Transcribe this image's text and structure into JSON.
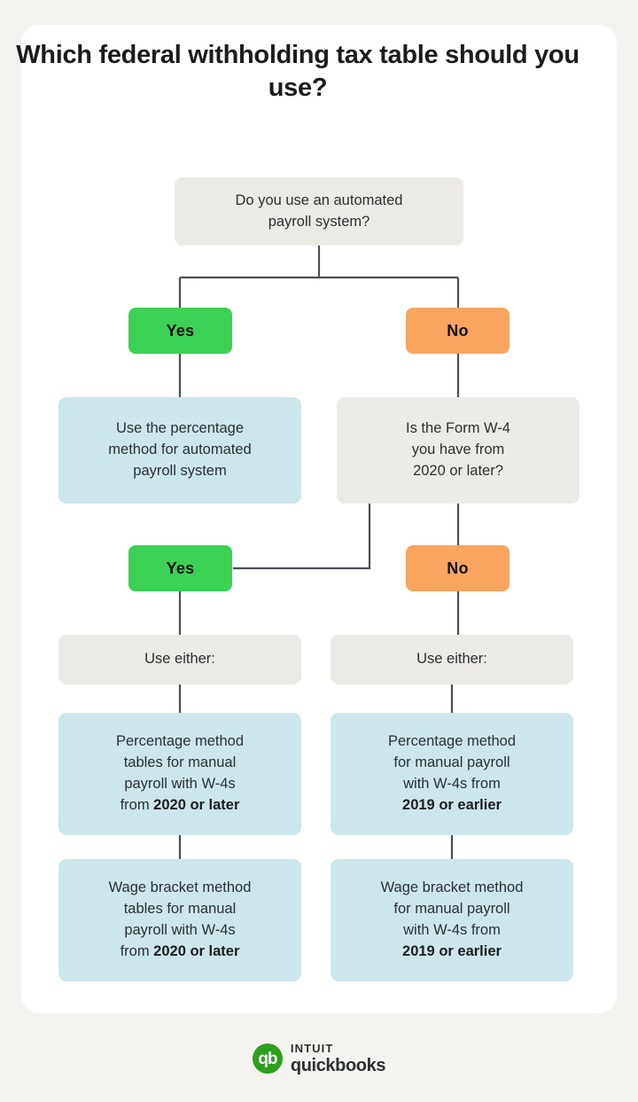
{
  "page": {
    "background": "#f4f3ef",
    "card_background": "#ffffff"
  },
  "title": "Which federal withholding tax table should you use?",
  "colors": {
    "question_box": "#eceae5",
    "result_box": "#cde6ec",
    "yes_pill": "#3bd155",
    "no_pill": "#f9a560",
    "connector_line": "#4a5057",
    "brand_green": "#2ca01c",
    "text": "#2b3033"
  },
  "chart_data": {
    "type": "diagram",
    "title": "Which federal withholding tax table should you use?",
    "nodes": [
      {
        "id": "q1",
        "kind": "question",
        "text": "Do you use an automated payroll system?"
      },
      {
        "id": "yes1",
        "kind": "label",
        "text": "Yes"
      },
      {
        "id": "no1",
        "kind": "label",
        "text": "No"
      },
      {
        "id": "r1",
        "kind": "result",
        "text": "Use the percentage method for automated payroll system"
      },
      {
        "id": "q2",
        "kind": "question",
        "text": "Is the Form W-4 you have from 2020 or later?"
      },
      {
        "id": "yes2",
        "kind": "label",
        "text": "Yes"
      },
      {
        "id": "no2",
        "kind": "label",
        "text": "No"
      },
      {
        "id": "either_left",
        "kind": "header",
        "text": "Use either:"
      },
      {
        "id": "either_right",
        "kind": "header",
        "text": "Use either:"
      },
      {
        "id": "r2",
        "kind": "result",
        "text": "Percentage method tables for manual payroll with W-4s from 2020 or later",
        "emphasis": "2020 or later"
      },
      {
        "id": "r3",
        "kind": "result",
        "text": "Wage bracket method tables for manual payroll with W-4s from 2020 or later",
        "emphasis": "2020 or later"
      },
      {
        "id": "r4",
        "kind": "result",
        "text": "Percentage method for manual payroll with W-4s from 2019 or earlier",
        "emphasis": "2019 or earlier"
      },
      {
        "id": "r5",
        "kind": "result",
        "text": "Wage bracket method for manual payroll with W-4s from 2019 or earlier",
        "emphasis": "2019 or earlier"
      }
    ],
    "edges": [
      {
        "from": "q1",
        "to": "yes1",
        "label": "Yes"
      },
      {
        "from": "q1",
        "to": "no1",
        "label": "No"
      },
      {
        "from": "yes1",
        "to": "r1"
      },
      {
        "from": "no1",
        "to": "q2"
      },
      {
        "from": "q2",
        "to": "yes2",
        "label": "Yes"
      },
      {
        "from": "q2",
        "to": "no2",
        "label": "No"
      },
      {
        "from": "yes2",
        "to": "either_left"
      },
      {
        "from": "no2",
        "to": "either_right"
      },
      {
        "from": "either_left",
        "to": "r2"
      },
      {
        "from": "r2",
        "to": "r3"
      },
      {
        "from": "either_right",
        "to": "r4"
      },
      {
        "from": "r4",
        "to": "r5"
      }
    ]
  },
  "flow": {
    "q1": {
      "line1": "Do you use an automated",
      "line2": "payroll system?"
    },
    "yes1": "Yes",
    "no1": "No",
    "r1": {
      "line1": "Use the percentage",
      "line2": "method for automated",
      "line3": "payroll system"
    },
    "q2": {
      "line1": "Is the Form W-4",
      "line2": "you have from",
      "line3": "2020 or later?"
    },
    "yes2": "Yes",
    "no2": "No",
    "either_left": "Use either:",
    "either_right": "Use either:",
    "r2": {
      "line1": "Percentage method",
      "line2": "tables for manual",
      "line3": "payroll with W-4s",
      "line4_prefix": "from ",
      "line4_bold": "2020 or later"
    },
    "r3": {
      "line1": "Wage bracket method",
      "line2": "tables for manual",
      "line3": "payroll with W-4s",
      "line4_prefix": "from ",
      "line4_bold": "2020 or later"
    },
    "r4": {
      "line1": "Percentage method",
      "line2": "for manual payroll",
      "line3": "with W-4s from",
      "line4_bold": "2019 or earlier"
    },
    "r5": {
      "line1": "Wage bracket method",
      "line2": "for manual payroll",
      "line3": "with W-4s from",
      "line4_bold": "2019 or earlier"
    }
  },
  "footer": {
    "mark_text": "qb",
    "intuit": "INTUIT",
    "quickbooks": "quickbooks"
  }
}
